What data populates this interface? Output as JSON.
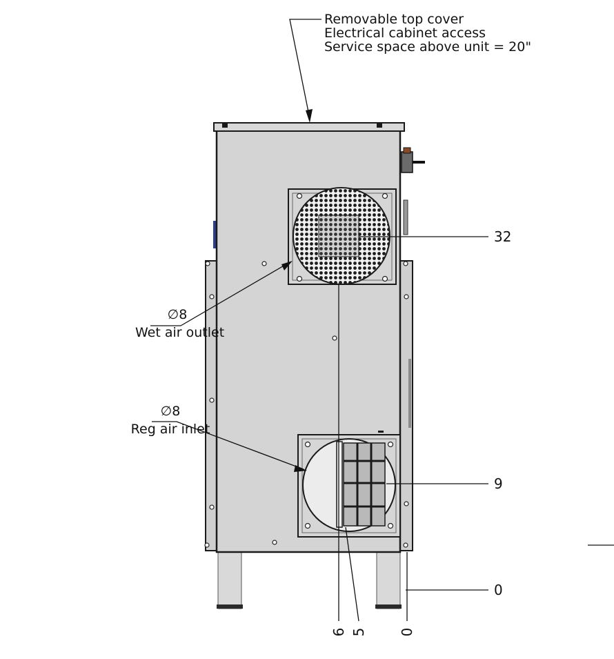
{
  "callouts": {
    "top_cover": [
      "Removable top cover",
      "Electrical cabinet access",
      "Service space above unit = 20\""
    ],
    "wet_outlet": {
      "symbol": "∅",
      "diameter": "8",
      "label": "Wet air outlet"
    },
    "reg_inlet": {
      "symbol": "∅",
      "diameter": "8",
      "label": "Reg air inlet"
    }
  },
  "dimensions": {
    "right": {
      "outlet_height": "32",
      "inlet_height": "9",
      "base": "0"
    },
    "bottom": {
      "outlet_offset": "6",
      "inlet_offset": "5",
      "base": "0"
    }
  },
  "colors": {
    "cabinet": "#d4d4d4",
    "side_panel": "#cfcfcf",
    "outline": "#1a1a1a",
    "accent_blue": "#2c3f8f"
  }
}
